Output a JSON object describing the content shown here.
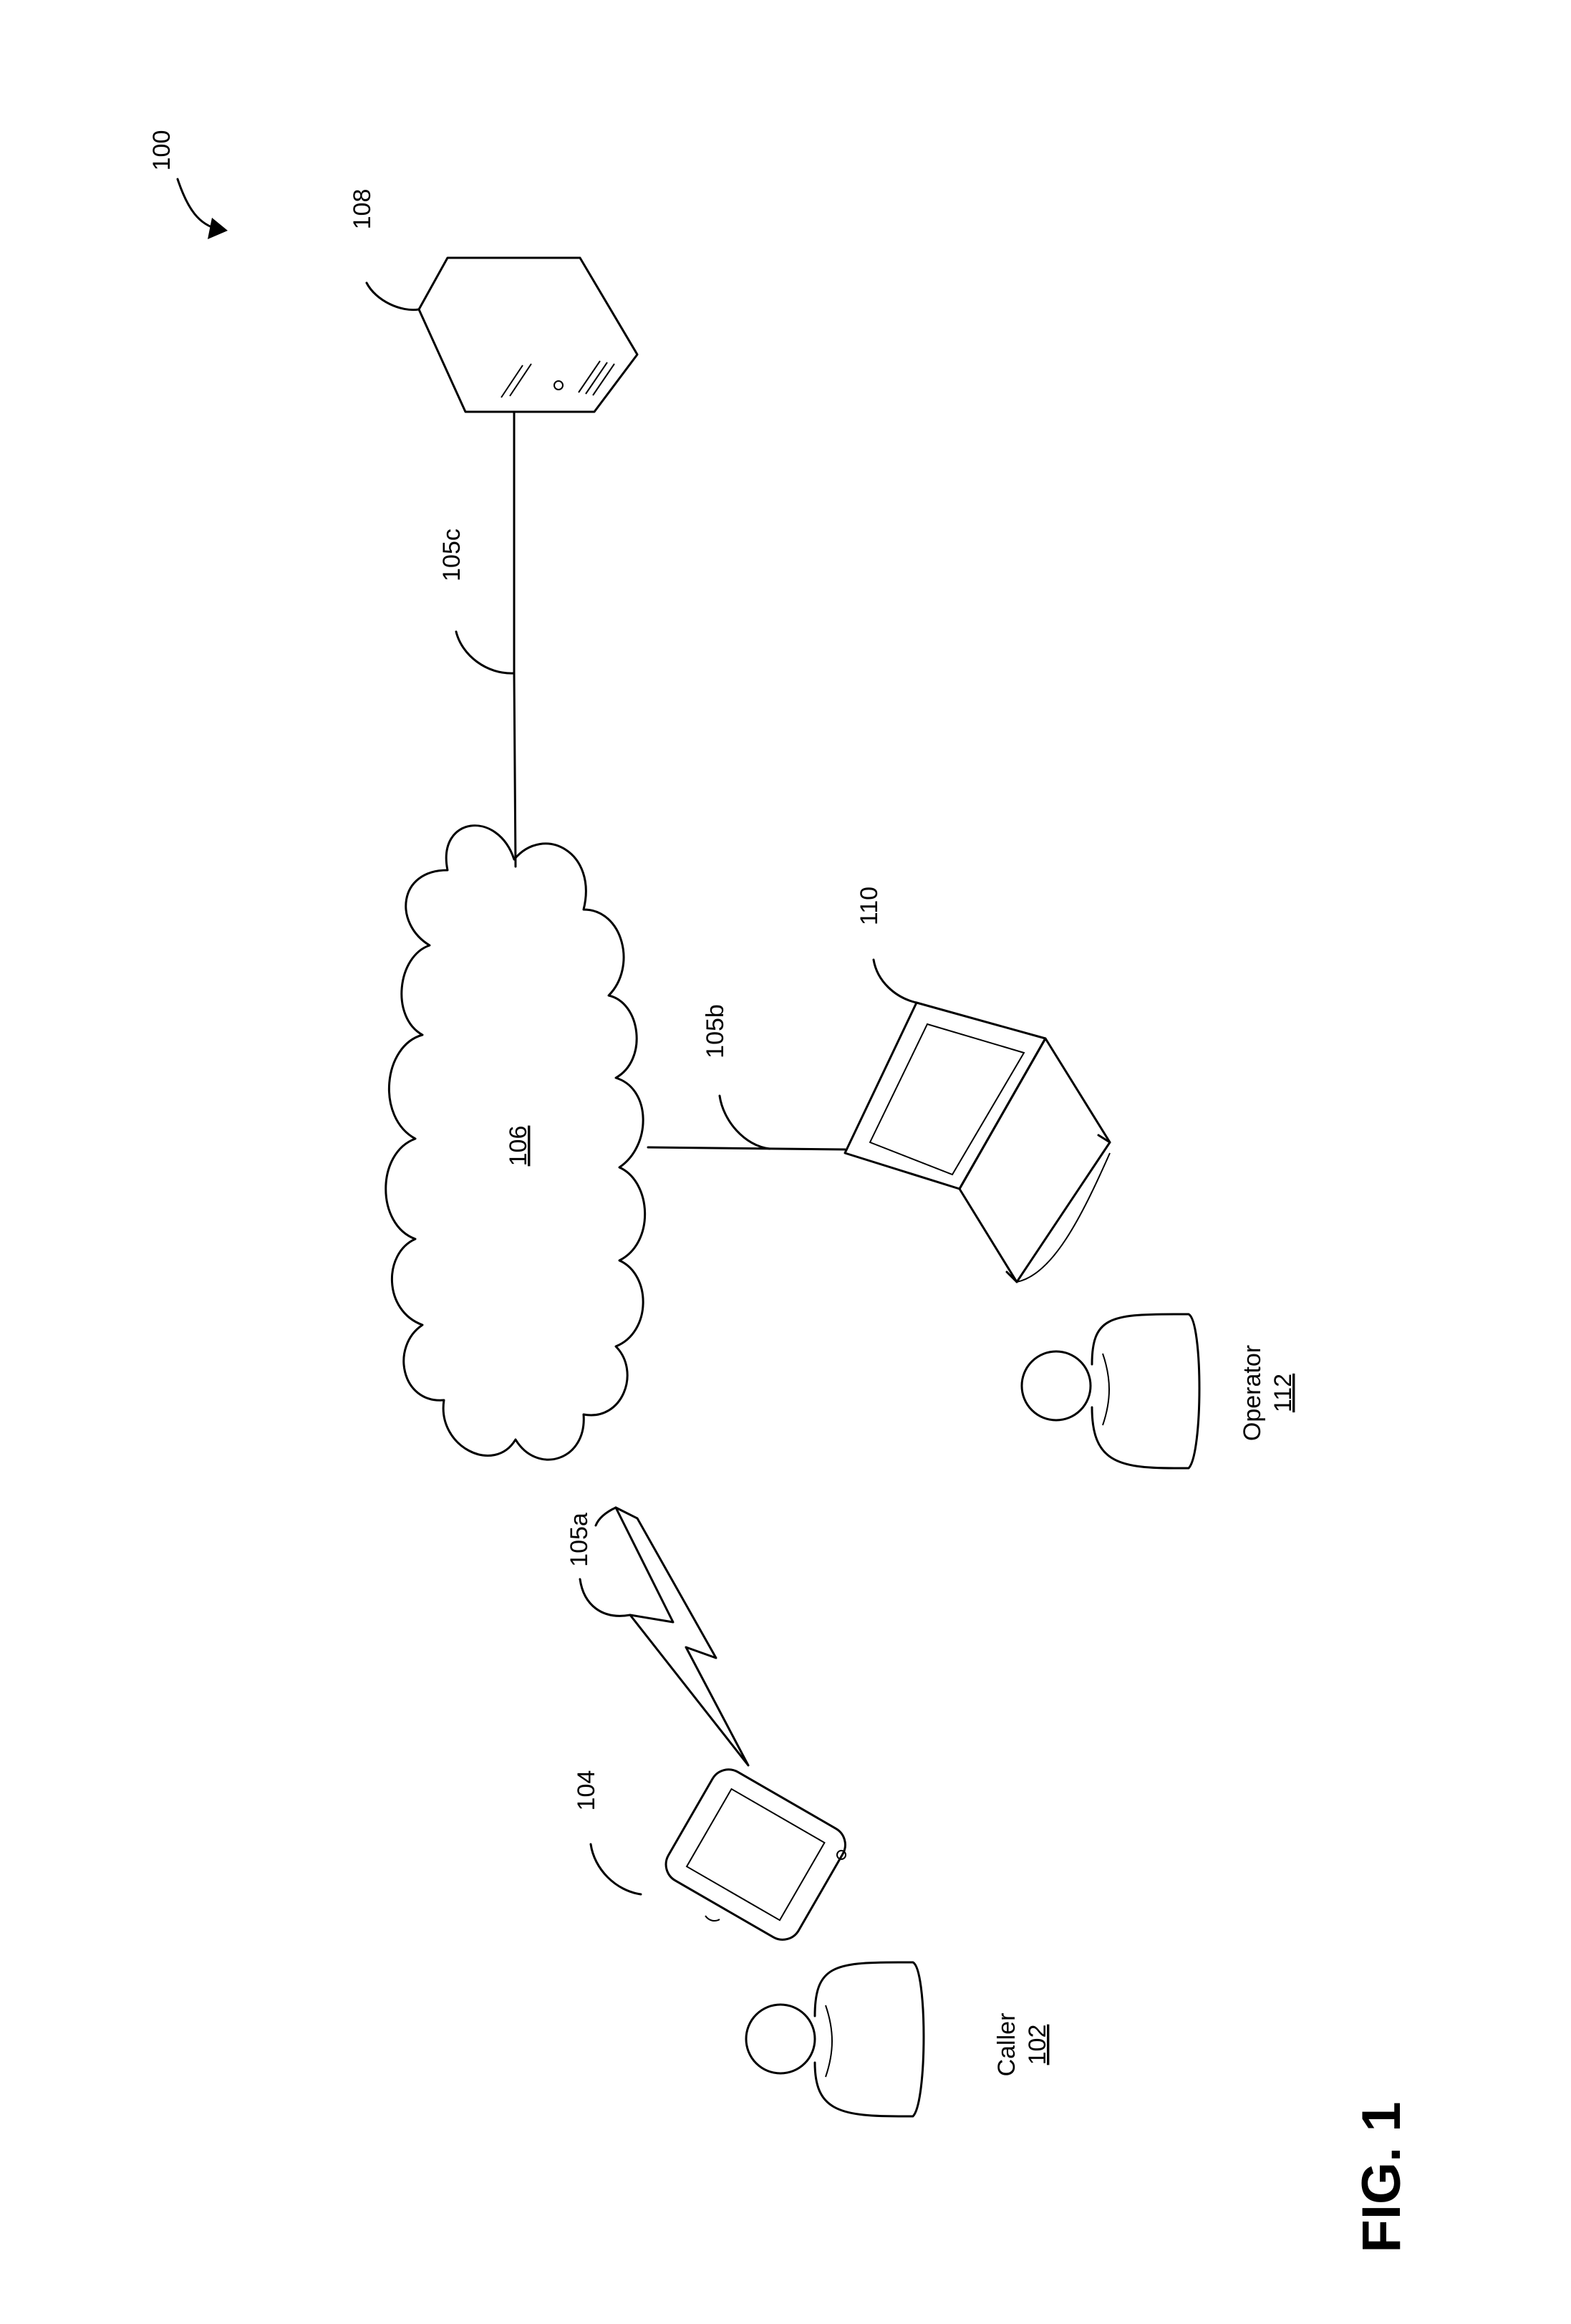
{
  "figure": {
    "title": "FIG. 1",
    "system_ref": "100"
  },
  "nodes": {
    "caller": {
      "name": "Caller",
      "ref": "102"
    },
    "caller_device": {
      "ref": "104"
    },
    "network": {
      "ref": "106"
    },
    "server": {
      "ref": "108"
    },
    "operator_terminal": {
      "ref": "110"
    },
    "operator": {
      "name": "Operator",
      "ref": "112"
    }
  },
  "links": {
    "wireless": {
      "ref": "105a"
    },
    "terminal_link": {
      "ref": "105b"
    },
    "server_link": {
      "ref": "105c"
    }
  },
  "colors": {
    "line": "#000000",
    "background": "#ffffff"
  }
}
